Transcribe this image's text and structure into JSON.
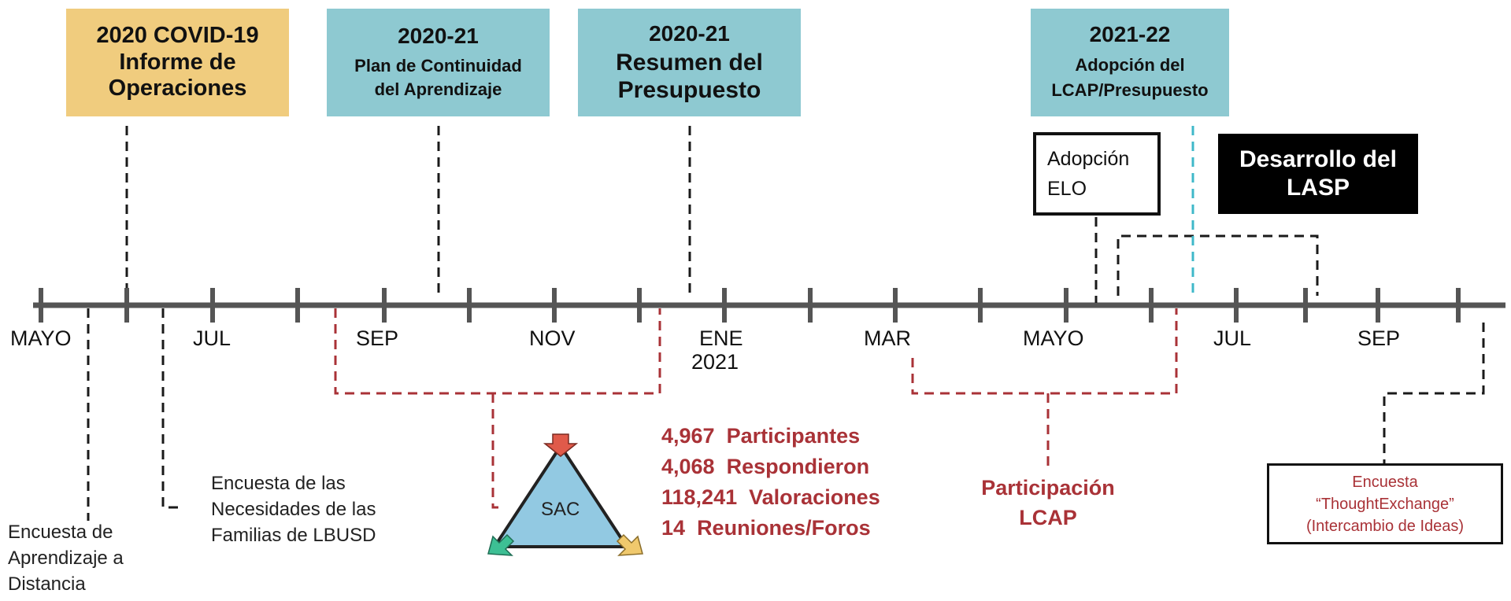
{
  "top_boxes": [
    {
      "lines": [
        "2020 COVID-19",
        "Informe de",
        "Operaciones"
      ],
      "color": "#f0cc7e"
    },
    {
      "lines": [
        "2020-21",
        "Plan de Continuidad",
        "del Aprendizaje"
      ],
      "color": "#8ec9d1"
    },
    {
      "lines": [
        "2020-21",
        "Resumen del",
        "Presupuesto"
      ],
      "color": "#8ec9d1"
    },
    {
      "lines": [
        "2021-22",
        "Adopción del",
        "LCAP/Presupuesto"
      ],
      "color": "#8ec9d1"
    }
  ],
  "elo_box": {
    "lines": [
      "Adopción",
      "ELO"
    ]
  },
  "lasp_box": {
    "lines": [
      "Desarrollo del",
      "LASP"
    ]
  },
  "months": [
    "MAYO",
    "JUL",
    "SEP",
    "NOV",
    "ENE",
    "2021",
    "MAR",
    "MAYO",
    "JUL",
    "SEP"
  ],
  "notes": {
    "distance_survey": [
      "Encuesta de",
      "Aprendizaje a",
      "Distancia"
    ],
    "family_survey": [
      "Encuesta de las",
      "Necesidades de las",
      "Familias de LBUSD"
    ]
  },
  "sac": {
    "label": "SAC",
    "stats": [
      {
        "num": "4,967",
        "text": "Participantes"
      },
      {
        "num": "4,068",
        "text": "Respondieron"
      },
      {
        "num": "118,241",
        "text": "Valoraciones"
      },
      {
        "num": "14",
        "text": "Reuniones/Foros"
      }
    ]
  },
  "lcap": {
    "lines": [
      "Participación",
      "LCAP"
    ]
  },
  "thought": {
    "lines": [
      "Encuesta",
      "“ThoughtExchange”",
      "(Intercambio de Ideas)"
    ]
  },
  "colors": {
    "axis": "#555555",
    "dash_black": "#1a1a1a",
    "dash_red": "#a93237",
    "dash_teal": "#3fb8c9",
    "lasp": "#000000"
  }
}
